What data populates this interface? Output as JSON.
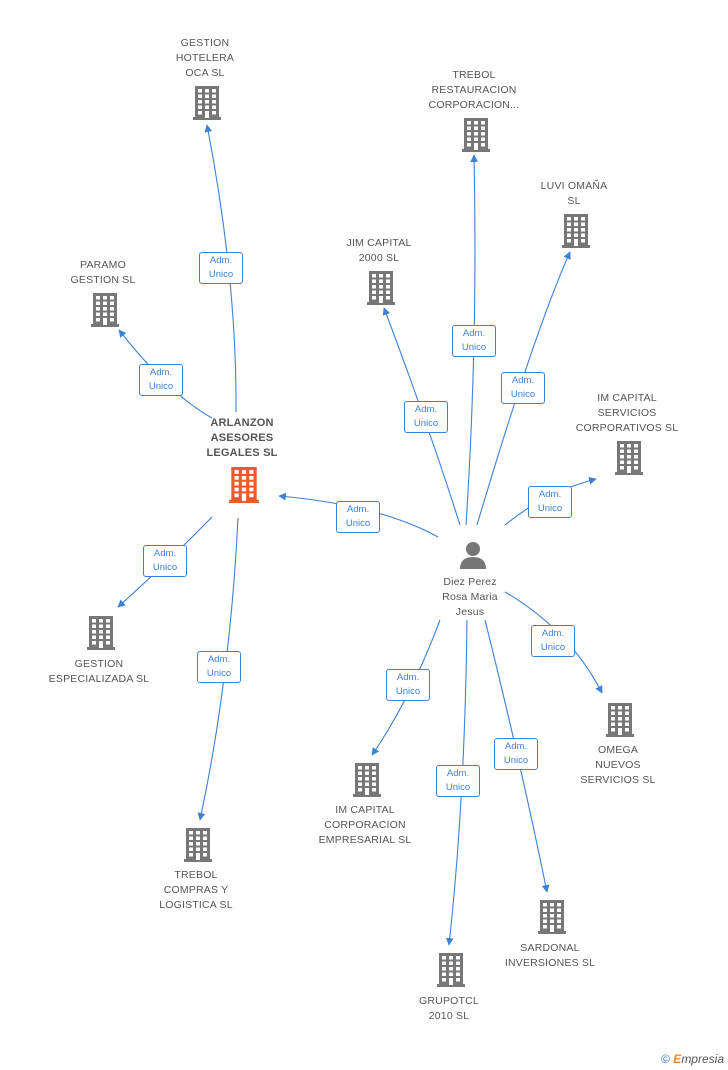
{
  "colors": {
    "edge": "#3b82d4",
    "node_icon": "#777777",
    "central_icon": "#f05a28",
    "person_icon": "#777777"
  },
  "person": {
    "lines": [
      "Diez Perez",
      "Rosa Maria",
      "Jesus"
    ],
    "icon": "person-icon"
  },
  "central": {
    "lines": [
      "ARLANZON",
      "ASESORES",
      "LEGALES SL"
    ],
    "icon": "building-icon"
  },
  "companies": {
    "gestion_hotelera": [
      "GESTION",
      "HOTELERA",
      "OCA SL"
    ],
    "paramo": [
      "PARAMO",
      "GESTION  SL"
    ],
    "gestion_especializada": [
      "GESTION",
      "ESPECIALIZADA SL"
    ],
    "trebol_compras": [
      "TREBOL",
      "COMPRAS Y",
      "LOGISTICA SL"
    ],
    "trebol_restauracion": [
      "TREBOL",
      "RESTAURACION",
      "CORPORACION..."
    ],
    "luvi": [
      "LUVI OMAÑA",
      "SL"
    ],
    "jim_capital": [
      "JIM CAPITAL",
      "2000 SL"
    ],
    "im_capital_servicios": [
      "IM CAPITAL",
      "SERVICIOS",
      "CORPORATIVOS SL"
    ],
    "omega": [
      "OMEGA",
      "NUEVOS",
      "SERVICIOS  SL"
    ],
    "im_capital_corporacion": [
      "IM CAPITAL",
      "CORPORACION",
      "EMPRESARIAL SL"
    ],
    "sardonal": [
      "SARDONAL",
      "INVERSIONES SL"
    ],
    "grupotcl": [
      "GRUPOTCL",
      "2010 SL"
    ]
  },
  "relation": {
    "line1": "Adm.",
    "line2": "Unico"
  },
  "footer": {
    "copyright": "©",
    "brand_initial": "E",
    "brand_rest": "mpresia"
  }
}
